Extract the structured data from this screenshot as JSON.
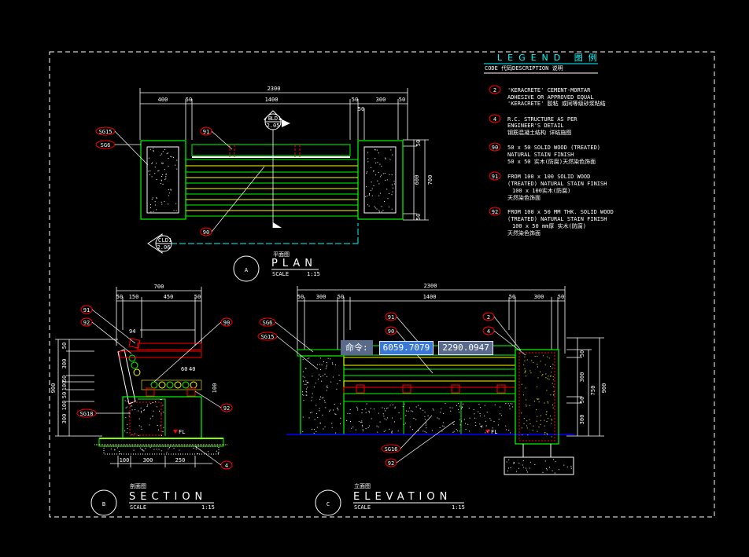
{
  "legend": {
    "title": "LEGEND 图例",
    "col_code": "CODE 代码",
    "col_desc": "DESCRIPTION 说明",
    "items": [
      {
        "code": "2",
        "lines": [
          "'KERACRETE' CEMENT-MORTAR",
          "ADHESIVE OR APPROVED EQUAL",
          "'KERACRETE' 胶粘 或同等级砂浆粘结"
        ]
      },
      {
        "code": "4",
        "lines": [
          "R.C. STRUCTURE AS PER",
          "ENGINEER'S DETAIL",
          "钢筋混凝土结构     详结施图"
        ]
      },
      {
        "code": "90",
        "lines": [
          "50 x 50 SOLID WOOD (TREATED)",
          "NATURAL STAIN FINISH",
          "50 x 50 实木(防腐)天然染色饰面"
        ]
      },
      {
        "code": "91",
        "lines": [
          "FROM 100 x 100 SOLID WOOD",
          "(TREATED) NATURAL STAIN FINISH",
          "100 x 100实木(防腐)",
          "天然染色饰面"
        ]
      },
      {
        "code": "92",
        "lines": [
          "FROM 100 x 50 MM THK. SOLID WOOD",
          "(TREATED) NATURAL STAIN FINISH",
          "100 x 50 mm厚 实木(防腐)",
          "天然染色饰面"
        ]
      }
    ]
  },
  "plan": {
    "letter": "A",
    "word": "PLAN",
    "cn": "平面图",
    "scale_label": "SCALE",
    "scale": "1:15",
    "dims_top": [
      "2300",
      "400",
      "50",
      "1400",
      "50",
      "300",
      "50",
      "50"
    ],
    "dims_right": [
      "50",
      "600",
      "700",
      "50"
    ],
    "tags": [
      "SG15",
      "SG6",
      "91",
      "90"
    ],
    "cut_b": [
      "B",
      "LD1",
      "2.05"
    ],
    "cut_c": [
      "C",
      "LD1",
      "2.06"
    ]
  },
  "section": {
    "letter": "B",
    "word": "SECTION",
    "cn": "剖面图",
    "scale_label": "SCALE",
    "scale": "1:15",
    "dims_top": [
      "700",
      "50",
      "150",
      "450",
      "50"
    ],
    "dims_left": [
      "50",
      "300",
      "50",
      "100",
      "300",
      "900",
      "50",
      "100"
    ],
    "dims_bottom": [
      "100",
      "300",
      "250"
    ],
    "dims_misc": [
      "94",
      "60",
      "40",
      "100"
    ],
    "tags": [
      "91",
      "92",
      "90",
      "SG18",
      "92",
      "4"
    ],
    "fl": "FL"
  },
  "elevation": {
    "letter": "C",
    "word": "ELEVATION",
    "cn": "立面图",
    "scale_label": "SCALE",
    "scale": "1:15",
    "dims_top": [
      "2300",
      "50",
      "300",
      "50",
      "1400",
      "50",
      "300",
      "50"
    ],
    "dims_right": [
      "50",
      "300",
      "50",
      "300",
      "750",
      "900"
    ],
    "tags": [
      "SG6",
      "SG15",
      "91",
      "90",
      "2",
      "4",
      "SG16",
      "92"
    ],
    "fl": "FL"
  },
  "command": {
    "label": "命令:",
    "value1": "6059.7079",
    "value2": "2290.0947"
  },
  "colors": {
    "green": "#00ff00",
    "yellow": "#ffff00",
    "red": "#ff0000",
    "cyan": "#00ffff",
    "white": "#ffffff",
    "blue": "#0000ff"
  }
}
